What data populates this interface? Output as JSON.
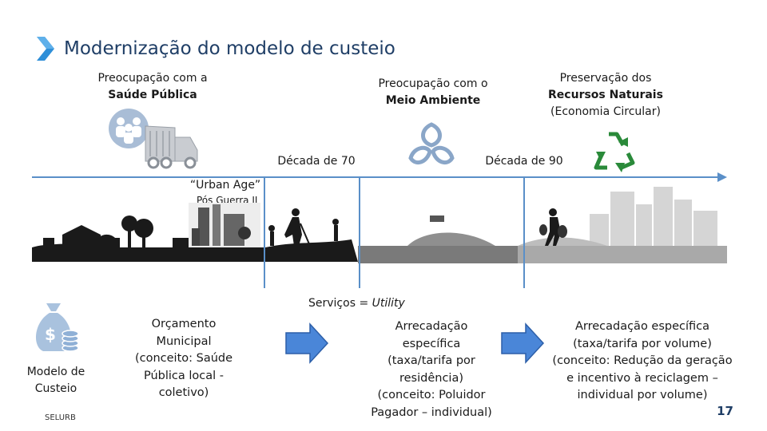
{
  "slide": {
    "title": "Modernização do modelo de custeio",
    "page_number": "17",
    "brand": "SELURB"
  },
  "concerns": {
    "health_line1": "Preocupação com a",
    "health_line2": "Saúde Pública",
    "environment_line1": "Preocupação com o",
    "environment_line2": "Meio Ambiente",
    "resources_line1": "Preservação dos",
    "resources_line2": "Recursos Naturais",
    "resources_line3": "(Economia Circular)"
  },
  "timeline": {
    "decade70": "Década de 70",
    "decade90": "Década de 90",
    "urban_age": "“Urban Age”",
    "post_war": "Pós Guerra II",
    "services": "Serviços = ",
    "utility": "Utility"
  },
  "model": {
    "label_line1": "Modelo de",
    "label_line2": "Custeio",
    "budget": [
      "Orçamento",
      "Municipal",
      "(conceito: Saúde",
      "Pública local -",
      "coletivo)"
    ],
    "specific_residence": [
      "Arrecadação",
      "específica",
      "(taxa/tarifa por",
      "residência)",
      "(conceito: Poluidor",
      "Pagador – individual)"
    ],
    "specific_volume": [
      "Arrecadação específica",
      "(taxa/tarifa por volume)",
      "(conceito: Redução da geração",
      "e incentivo à reciclagem –",
      "individual por volume)"
    ]
  },
  "colors": {
    "title": "#1f3e66",
    "accent_blue": "#2f8fd8",
    "arrow_blue": "#4a86d8",
    "timeline_line": "#5a8fc8",
    "icon_blue": "#8aa6c8"
  }
}
